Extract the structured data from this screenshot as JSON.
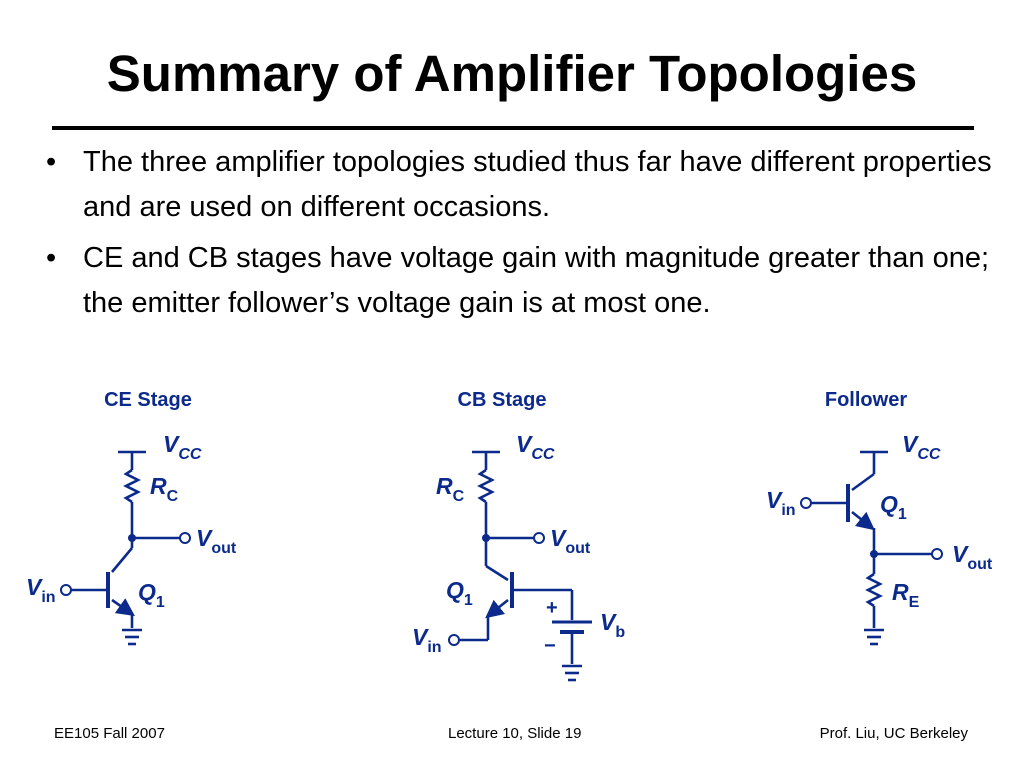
{
  "slide": {
    "title": "Summary of Amplifier Topologies",
    "bullets": [
      "The three amplifier topologies studied thus far have different properties and are used on different occasions.",
      "CE and CB stages have voltage gain with magnitude greater than one; the emitter follower’s voltage gain is at most one."
    ],
    "bullet_symbol": "•"
  },
  "circuits": {
    "accent_color": "#0b2a8c",
    "ce": {
      "title": "CE Stage",
      "vcc": "V",
      "vcc_sub": "CC",
      "rc": "R",
      "rc_sub": "C",
      "vout": "V",
      "vout_sub": "out",
      "vin": "V",
      "vin_sub": "in",
      "q": "Q",
      "q_sub": "1"
    },
    "cb": {
      "title": "CB Stage",
      "vcc": "V",
      "vcc_sub": "CC",
      "rc": "R",
      "rc_sub": "C",
      "vout": "V",
      "vout_sub": "out",
      "q": "Q",
      "q_sub": "1",
      "vb": "V",
      "vb_sub": "b",
      "plus": "+",
      "minus": "−",
      "vin": "V",
      "vin_sub": "in"
    },
    "follower": {
      "title": "Follower",
      "vcc": "V",
      "vcc_sub": "CC",
      "vin": "V",
      "vin_sub": "in",
      "q": "Q",
      "q_sub": "1",
      "vout": "V",
      "vout_sub": "out",
      "re": "R",
      "re_sub": "E"
    }
  },
  "footer": {
    "left": "EE105 Fall 2007",
    "center": "Lecture 10, Slide 19",
    "right": "Prof. Liu, UC Berkeley"
  }
}
